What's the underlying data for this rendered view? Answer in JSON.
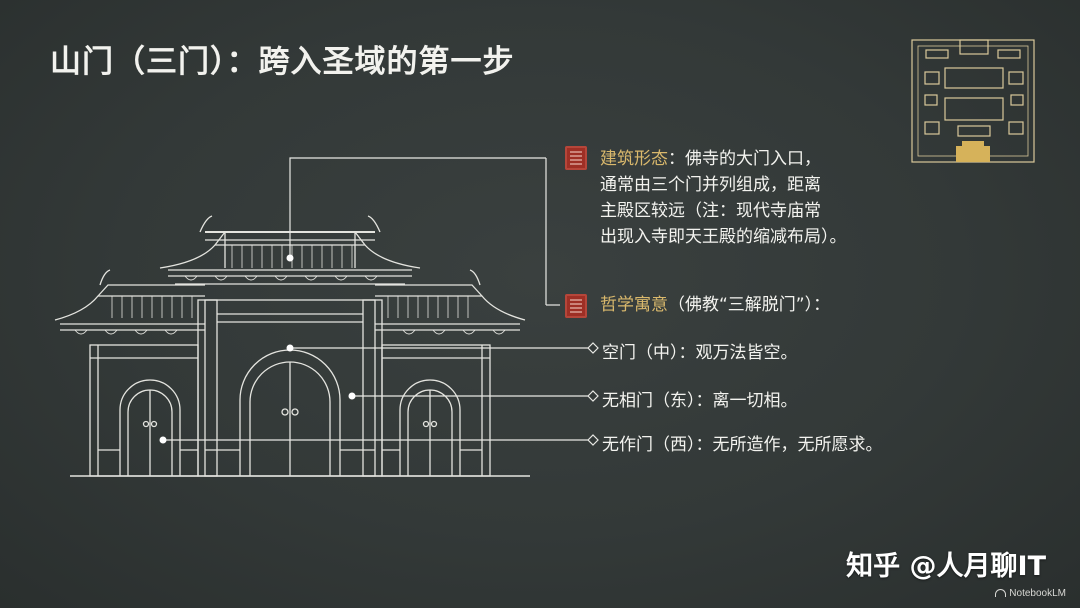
{
  "title": "山门（三门）：跨入圣域的第一步",
  "architecture": {
    "label": "建筑形态",
    "lines": [
      "：佛寺的大门入口，",
      "通常由三个门并列组成，距离",
      "主殿区较远（注：现代寺庙常",
      "出现入寺即天王殿的缩减布局）。"
    ]
  },
  "philosophy": {
    "label": "哲学寓意",
    "rest": "（佛教“三解脱门”）：",
    "items": [
      "空门（中）：观万法皆空。",
      "无相门（东）：离一切相。",
      "无作门（西）：无所造作，无所愿求。"
    ]
  },
  "watermark": "知乎 @人月聊IT",
  "brand": "NotebookLM",
  "colors": {
    "background": "#333938",
    "line": "#e8e8e4",
    "accent": "#d9b86c",
    "seal": "#9e2f25",
    "plan_fill": "#d6b25a"
  }
}
